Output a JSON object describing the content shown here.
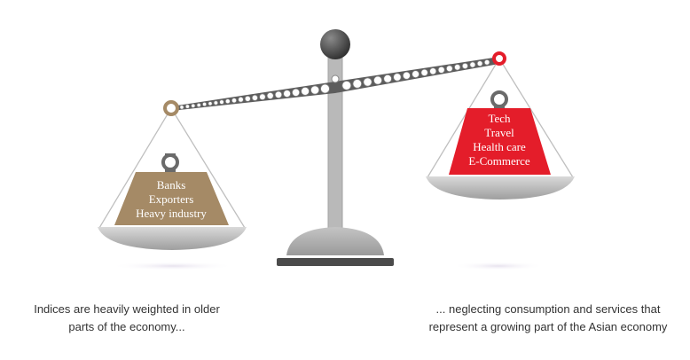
{
  "colors": {
    "left_weight": "#a58a66",
    "right_weight": "#e41d2a",
    "metal": "#b8b8b8",
    "dark": "#4a4a4a"
  },
  "left_weight": {
    "lines": [
      "Banks",
      "Exporters",
      "Heavy industry"
    ]
  },
  "right_weight": {
    "lines": [
      "Tech",
      "Travel",
      "Health care",
      "E-Commerce"
    ]
  },
  "captions": {
    "left": [
      "Indices are heavily weighted in older",
      "parts of the economy..."
    ],
    "right": [
      "... neglecting consumption and services that",
      "represent a growing part of the Asian economy"
    ]
  }
}
